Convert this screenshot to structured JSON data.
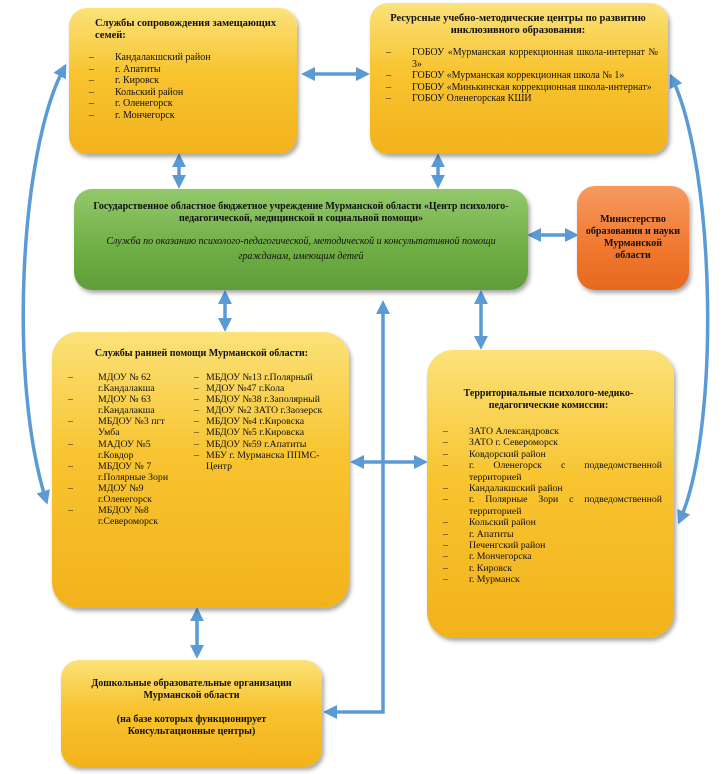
{
  "box_family": {
    "title": "Службы сопровождения замещающих семей:",
    "items": [
      "Кандалакшский район",
      "г. Апатиты",
      "г. Кировск",
      "Кольский район",
      "г. Оленегорск",
      "г. Мончегорск"
    ]
  },
  "box_resource": {
    "title": "Ресурсные учебно-методические центры по развитию инклюзивного образования:",
    "items": [
      "ГОБОУ «Мурманская коррекционная школа-интернат № 3»",
      "ГОБОУ «Мурманская коррекционная школа № 1»",
      "ГОБОУ «Минькинская коррекционная школа-интернат»",
      "ГОБОУ Оленегорская КШИ"
    ]
  },
  "box_center": {
    "title": "Государственное областное бюджетное учреждение Мурманской области «Центр психолого-педагогической, медицинской и социальной помощи»",
    "subtitle": "Служба по оказанию психолого-педагогической, методической и консультативной помощи гражданам, имеющим детей"
  },
  "box_ministry": {
    "title": "Министерство образования и науки Мурманской области"
  },
  "box_early": {
    "title": "Службы ранней помощи Мурманской области:",
    "col1": [
      "МДОУ № 62 г.Кандалакша",
      "МДОУ № 63 г.Кандалакша",
      "МБДОУ №3 пгт Умба",
      "МАДОУ №5 г.Ковдор",
      "МБДОУ № 7 г.Полярные Зори",
      "МДОУ №9 г.Оленегорск",
      "МБДОУ №8 г.Североморск"
    ],
    "col2": [
      "МБДОУ №13 г.Полярный",
      "МДОУ №47 г.Кола",
      "МБДОУ №38 г.Заполярный",
      "МДОУ №2 ЗАТО г.Заозерск",
      "МБДОУ №4 г.Кировска",
      "МБДОУ №5 г.Кировска",
      "МБДОУ №59 г.Апатиты",
      "МБУ г. Мурманска ППМС-Центр"
    ]
  },
  "box_pmpk": {
    "title": "Территориальные психолого-медико-педагогические комиссии:",
    "items": [
      "ЗАТО Александровск",
      "ЗАТО г. Североморск",
      "Ковдорский район",
      "г. Оленегорск с подведомственной территорией",
      "Кандалакшский район",
      "г. Полярные Зори с подведомственной территорией",
      "Кольский район",
      "г. Апатиты",
      "Печенгский район",
      "г. Мончегорска",
      "г. Кировск",
      "г. Мурманск"
    ]
  },
  "box_preschool": {
    "title": "Дошкольные образовательные организации Мурманской области",
    "note": "(на базе которых функционирует Консультационные центры)"
  },
  "colors": {
    "arrow": "#5b9bd5",
    "yellow": "#f8c430",
    "green": "#6fae45",
    "orange": "#f0782f"
  }
}
